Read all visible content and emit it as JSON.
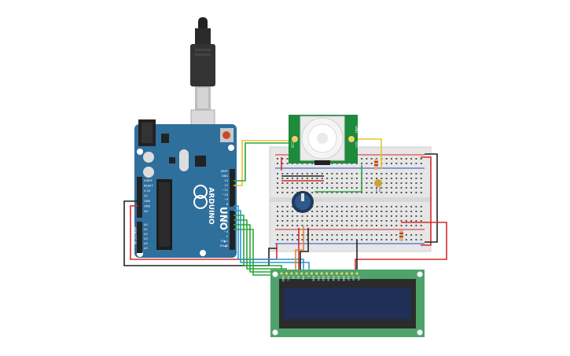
{
  "arduino": {
    "brand": "ARDUINO",
    "model": "UNO",
    "digital_header": "DIGITAL (PWM~)",
    "analog_header": "ANALOG IN",
    "pins_top": [
      "AREF",
      "GND",
      "13",
      "12",
      "~11",
      "~10",
      "~9",
      "8"
    ],
    "pins_mid": [
      "7",
      "~6",
      "~5",
      "4",
      "~3",
      "2",
      "TX▶1",
      "RX◀0"
    ],
    "pins_power": [
      "IOREF",
      "RESET",
      "3.3V",
      "5V",
      "GND",
      "GND",
      "Vin"
    ],
    "pins_analog": [
      "A0",
      "A1",
      "A2",
      "A3",
      "A4",
      "A5"
    ]
  },
  "pir": {
    "pins": [
      "GND",
      "OUT",
      "VCC"
    ]
  },
  "lcd": {
    "pins": [
      "GND",
      "VCC",
      "V0",
      "RS",
      "RW",
      "E",
      "DB0",
      "DB1",
      "DB2",
      "DB3",
      "DB4",
      "DB5",
      "DB6",
      "DB7",
      "LED",
      "LED"
    ]
  },
  "colors": {
    "arduino": "#2f6f9c",
    "breadboard": "#e6e6e6",
    "pir_board": "#1e8a3c",
    "lcd_board": "#4da36a",
    "lcd_screen": "#1f2f55",
    "wire_red": "#d42a2a",
    "wire_black": "#222222",
    "wire_yellow": "#e2c52a",
    "wire_green": "#2aa53c",
    "wire_blue": "#2a9ad4",
    "wire_orange": "#e3862a"
  }
}
